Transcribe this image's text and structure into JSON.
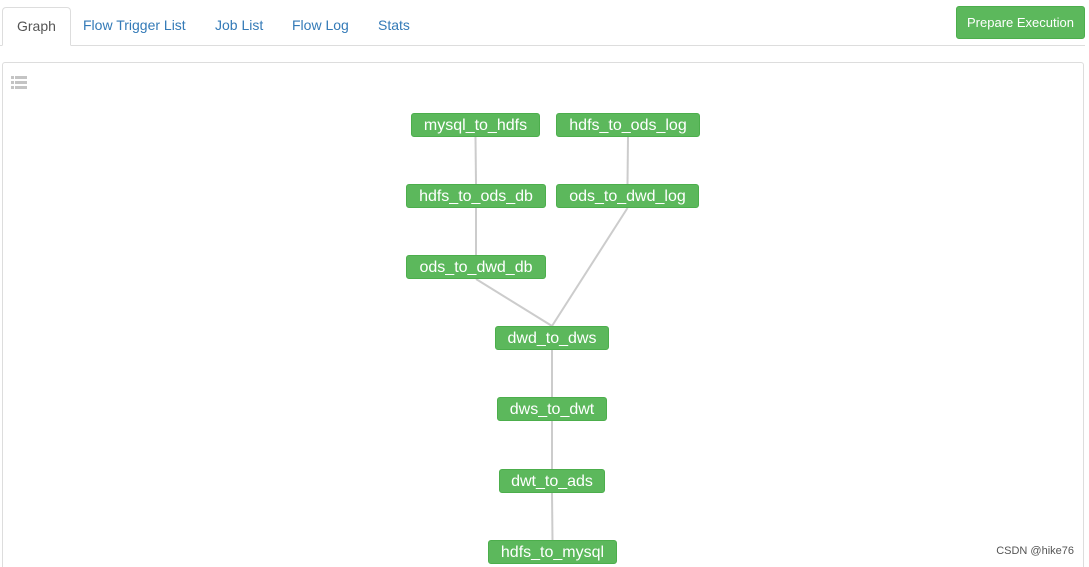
{
  "tabs": [
    {
      "label": "Graph",
      "active": true
    },
    {
      "label": "Flow Trigger List",
      "active": false
    },
    {
      "label": "Job List",
      "active": false
    },
    {
      "label": "Flow Log",
      "active": false
    },
    {
      "label": "Stats",
      "active": false
    }
  ],
  "toolbar": {
    "prepare_execution_label": "Prepare Execution"
  },
  "graph": {
    "list_icon": "list-icon",
    "node_color": "#5cb85c",
    "edge_color": "#cccccc",
    "nodes": [
      {
        "id": "mysql_to_hdfs",
        "label": "mysql_to_hdfs"
      },
      {
        "id": "hdfs_to_ods_log",
        "label": "hdfs_to_ods_log"
      },
      {
        "id": "hdfs_to_ods_db",
        "label": "hdfs_to_ods_db"
      },
      {
        "id": "ods_to_dwd_log",
        "label": "ods_to_dwd_log"
      },
      {
        "id": "ods_to_dwd_db",
        "label": "ods_to_dwd_db"
      },
      {
        "id": "dwd_to_dws",
        "label": "dwd_to_dws"
      },
      {
        "id": "dws_to_dwt",
        "label": "dws_to_dwt"
      },
      {
        "id": "dwt_to_ads",
        "label": "dwt_to_ads"
      },
      {
        "id": "hdfs_to_mysql",
        "label": "hdfs_to_mysql"
      }
    ],
    "edges": [
      {
        "from": "mysql_to_hdfs",
        "to": "hdfs_to_ods_db"
      },
      {
        "from": "hdfs_to_ods_db",
        "to": "ods_to_dwd_db"
      },
      {
        "from": "hdfs_to_ods_log",
        "to": "ods_to_dwd_log"
      },
      {
        "from": "ods_to_dwd_db",
        "to": "dwd_to_dws"
      },
      {
        "from": "ods_to_dwd_log",
        "to": "dwd_to_dws"
      },
      {
        "from": "dwd_to_dws",
        "to": "dws_to_dwt"
      },
      {
        "from": "dws_to_dwt",
        "to": "dwt_to_ads"
      },
      {
        "from": "dwt_to_ads",
        "to": "hdfs_to_mysql"
      }
    ]
  },
  "watermark": "CSDN @hike76"
}
